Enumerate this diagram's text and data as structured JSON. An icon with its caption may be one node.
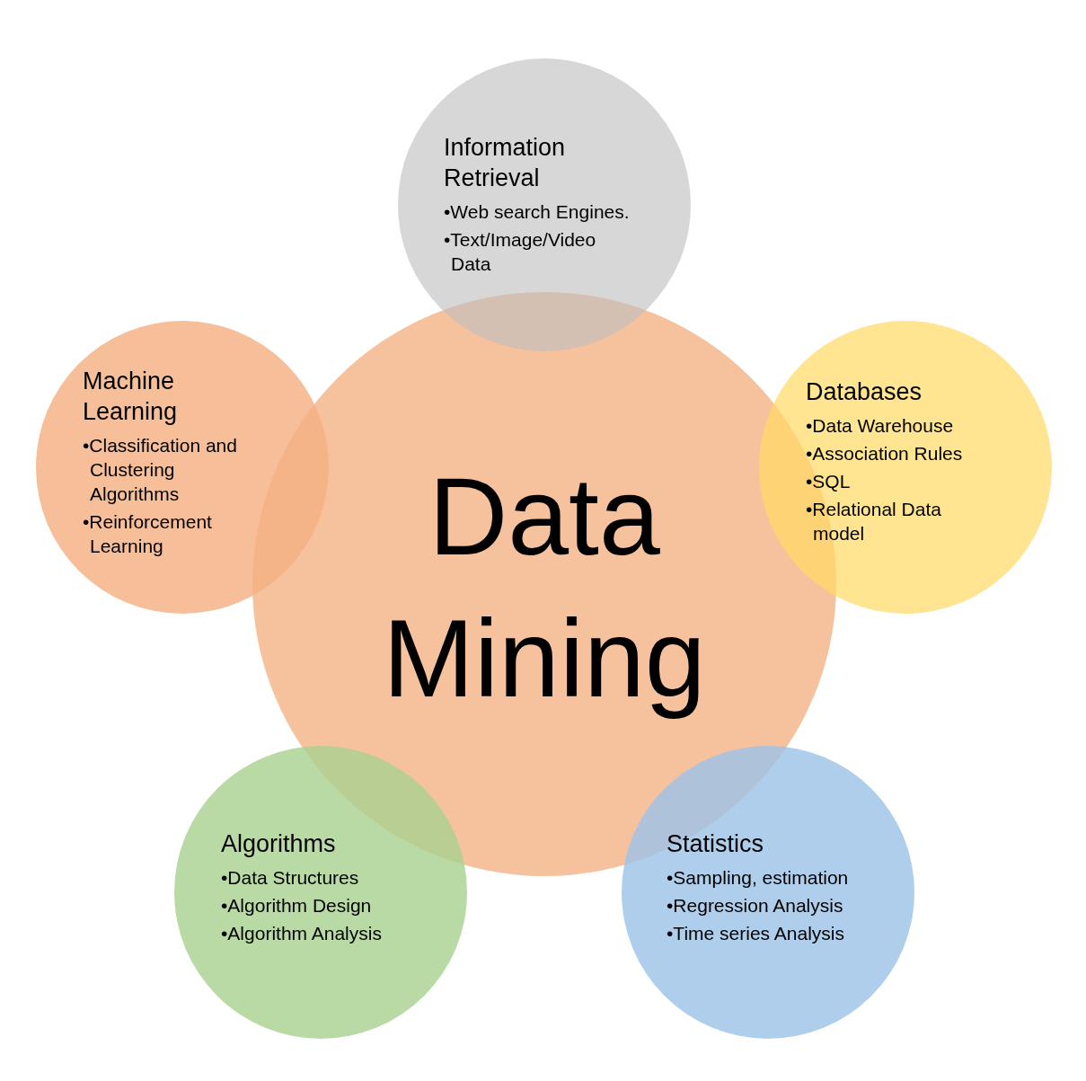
{
  "diagram": {
    "nodes": [
      {
        "text": [
          "Information Retrieval",
          "•Web search Engines.",
          "•Text/Image/Video Data"
        ]
      },
      {
        "text": [
          "Machine Learning",
          "•Classification and Clustering Algorithms",
          "•Reinforcement Learning"
        ]
      },
      {
        "text": [
          "Data Mining"
        ]
      },
      {
        "text": [
          "Databases",
          "•Data Warehouse",
          "•Association Rules",
          "•SQL",
          "•Relational Data model"
        ]
      },
      {
        "text": [
          "Algorithms",
          "•Data Structures",
          "•Algorithm Design",
          "•Algorithm Analysis"
        ]
      },
      {
        "text": [
          "Statistics",
          "•Sampling, estimation",
          "•Regression Analysis",
          "•Time series Analysis"
        ]
      }
    ]
  }
}
